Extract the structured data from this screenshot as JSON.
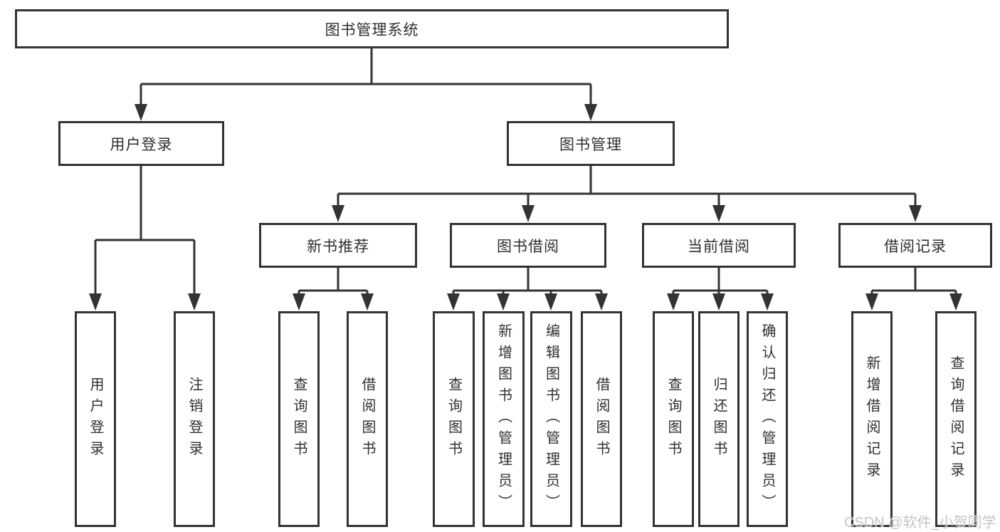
{
  "diagram": {
    "type": "hierarchy-tree",
    "colors": {
      "line": "#333333",
      "text": "#2f2f2f",
      "background": "#ffffff",
      "watermark": "#c4c4c4"
    },
    "tree": {
      "root": {
        "label": "图书管理系统",
        "children": [
          {
            "label": "用户登录",
            "children": [
              {
                "label": "用户登录"
              },
              {
                "label": "注销登录"
              }
            ]
          },
          {
            "label": "图书管理",
            "children": [
              {
                "label": "新书推荐",
                "children": [
                  {
                    "label": "查询图书"
                  },
                  {
                    "label": "借阅图书"
                  }
                ]
              },
              {
                "label": "图书借阅",
                "children": [
                  {
                    "label": "查询图书"
                  },
                  {
                    "label": "新增图书（管理员）"
                  },
                  {
                    "label": "编辑图书（管理员）"
                  },
                  {
                    "label": "借阅图书"
                  }
                ]
              },
              {
                "label": "当前借阅",
                "children": [
                  {
                    "label": "查询图书"
                  },
                  {
                    "label": "归还图书"
                  },
                  {
                    "label": "确认归还（管理员）"
                  }
                ]
              },
              {
                "label": "借阅记录",
                "children": [
                  {
                    "label": "新增借阅记录"
                  },
                  {
                    "label": "查询借阅记录"
                  }
                ]
              }
            ]
          }
        ]
      }
    },
    "watermark": {
      "text": "CSDN @软件_小贺同学"
    }
  }
}
